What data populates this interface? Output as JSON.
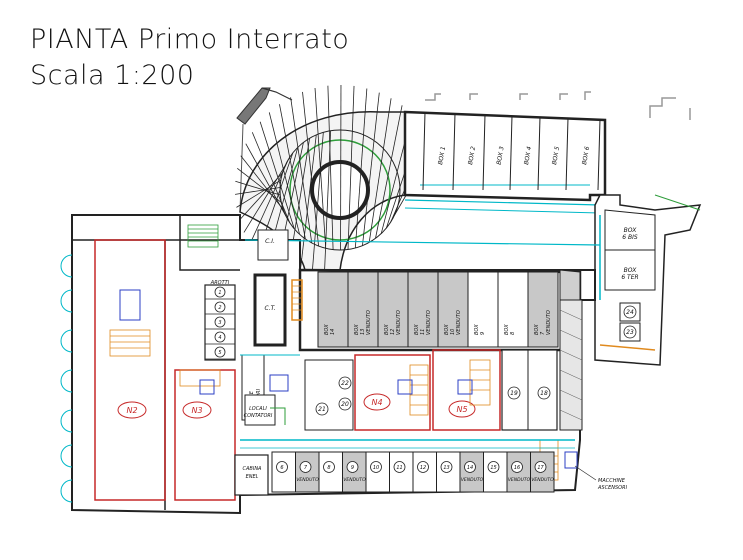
{
  "title": {
    "line1": "PIANTA Primo Interrato",
    "line2": "Scala 1:200"
  },
  "colors": {
    "wall": "#1a1a1a",
    "sold_fill": "#c8c8c8",
    "outline_red": "#c62828",
    "cyan": "#00b8c8",
    "stair_orange": "#e08a1e",
    "green": "#2e9d3a",
    "blue": "#2b3fc4"
  },
  "boxes_top": [
    {
      "line1": "BOX",
      "line2": "1"
    },
    {
      "line1": "BOX",
      "line2": "2"
    },
    {
      "line1": "BOX",
      "line2": "3"
    },
    {
      "line1": "BOX",
      "line2": "4"
    },
    {
      "line1": "BOX",
      "line2": "5"
    },
    {
      "line1": "BOX",
      "line2": "6"
    }
  ],
  "boxes_right": [
    {
      "line1": "BOX",
      "line2": "6 BIS"
    },
    {
      "line1": "BOX",
      "line2": "6 TER"
    }
  ],
  "boxes_middle": [
    {
      "line1": "BOX",
      "line2": "14",
      "line3": ""
    },
    {
      "line1": "BOX",
      "line2": "13",
      "line3": "VENDUTO"
    },
    {
      "line1": "BOX",
      "line2": "12",
      "line3": "VENDUTO"
    },
    {
      "line1": "BOX",
      "line2": "11",
      "line3": "VENDUTO"
    },
    {
      "line1": "BOX",
      "line2": "10",
      "line3": "VENDUTO"
    },
    {
      "line1": "BOX",
      "line2": "9",
      "line3": ""
    },
    {
      "line1": "BOX",
      "line2": "8",
      "line3": ""
    },
    {
      "line1": "BOX",
      "line2": "7",
      "line3": "VENDUTO"
    }
  ],
  "rooms": {
    "ci": "C.I.",
    "ct": "C.T.",
    "arotti": "AROTTI",
    "cabina_line1": "CABINA",
    "cabina_line2": "ENEL",
    "macchine_left_line1": "MACCHINE",
    "macchine_left_line2": "ASCENSORI",
    "locali_line1": "LOCALI",
    "locali_line2": "CONTATORI",
    "macchine_right_line1": "MACCHINE",
    "macchine_right_line2": "ASCENSORI"
  },
  "units": [
    "N2",
    "N3",
    "N4",
    "N5"
  ],
  "cellars_left": [
    "1",
    "2",
    "3",
    "4",
    "5"
  ],
  "cellars_mid": [
    "22",
    "21",
    "20"
  ],
  "cellars_right": [
    "19",
    "18",
    "24",
    "23"
  ],
  "cellars_bottom": [
    {
      "num": "6",
      "status": ""
    },
    {
      "num": "7",
      "status": "VENDUTO"
    },
    {
      "num": "8",
      "status": ""
    },
    {
      "num": "9",
      "status": "VENDUTO"
    },
    {
      "num": "10",
      "status": ""
    },
    {
      "num": "11",
      "status": ""
    },
    {
      "num": "12",
      "status": ""
    },
    {
      "num": "13",
      "status": ""
    },
    {
      "num": "14",
      "status": "VENDUTO"
    },
    {
      "num": "15",
      "status": ""
    },
    {
      "num": "16",
      "status": "VENDUTO"
    },
    {
      "num": "17",
      "status": "VENDUTO"
    }
  ]
}
